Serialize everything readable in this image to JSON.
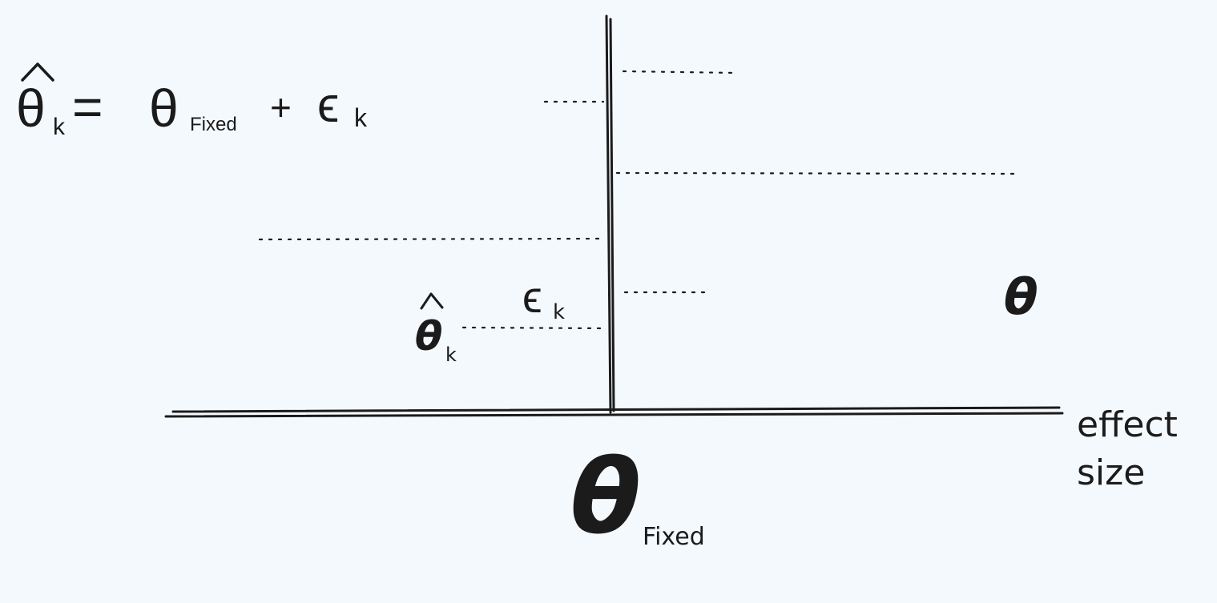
{
  "formula": {
    "lhs_symbol": "θ",
    "lhs_subscript": "k",
    "equals": "=",
    "rhs_symbol": "θ",
    "rhs_subscript": "Fixed",
    "plus": "+",
    "error_symbol": "ϵ",
    "error_subscript": "k"
  },
  "diagram": {
    "estimate_label": {
      "symbol": "θ",
      "subscript": "k"
    },
    "error_label": {
      "symbol": "ϵ",
      "subscript": "k"
    },
    "true_effect_label": "θ",
    "fixed_axis_label": {
      "symbol": "θ",
      "subscript": "Fixed"
    },
    "x_axis_label_line1": "effect",
    "x_axis_label_line2": "size"
  },
  "colors": {
    "background": "#f4f9fe",
    "ink": "#1b1b1b"
  }
}
